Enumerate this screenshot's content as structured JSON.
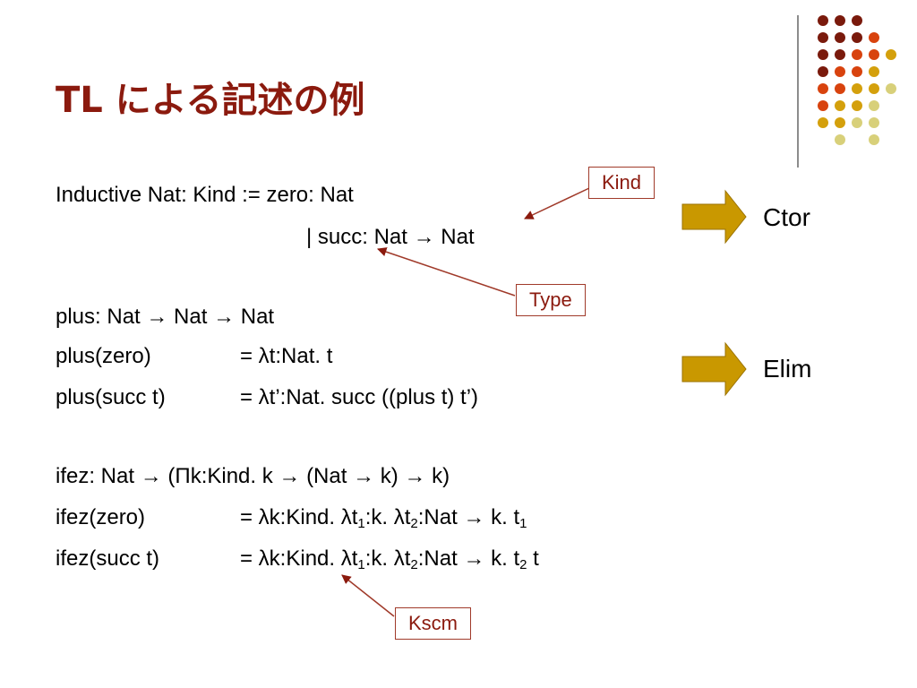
{
  "slide": {
    "title": "TL による記述の例",
    "lines": {
      "l1": "Inductive Nat: Kind := zero: Nat",
      "l2": "|  succ: Nat → Nat",
      "l3": "plus: Nat → Nat → Nat",
      "l4a": "plus(zero)",
      "l4b": "= λt:Nat. t",
      "l5a": "plus(succ t)",
      "l5b": "= λt’:Nat. succ ((plus t) t’)",
      "l6": "ifez: Nat → (Πk:Kind. k → (Nat → k) → k)",
      "l7a": "ifez(zero)",
      "l7b_1": "= λk:Kind. λt",
      "l7b_s1": "1",
      "l7b_2": ":k. λt",
      "l7b_s2": "2",
      "l7b_3": ":Nat → k. t",
      "l7b_s3": "1",
      "l8a": "ifez(succ t)",
      "l8b_1": "= λk:Kind. λt",
      "l8b_s1": "1",
      "l8b_2": ":k. λt",
      "l8b_s2": "2",
      "l8b_3": ":Nat → k. t",
      "l8b_s3": "2",
      "l8b_4": " t"
    },
    "callouts": {
      "kind": "Kind",
      "type": "Type",
      "kscm": "Kscm"
    },
    "side_labels": {
      "ctor": "Ctor",
      "elim": "Elim"
    }
  },
  "colors": {
    "title": "#8b1a0e",
    "callout_border": "#a03a2a",
    "arrow_fill": "#c99800",
    "dot_dark": "#7a1a0c",
    "dot_orange": "#d8430e",
    "dot_gold": "#d4a00c",
    "dot_pale": "#d8d07a"
  }
}
